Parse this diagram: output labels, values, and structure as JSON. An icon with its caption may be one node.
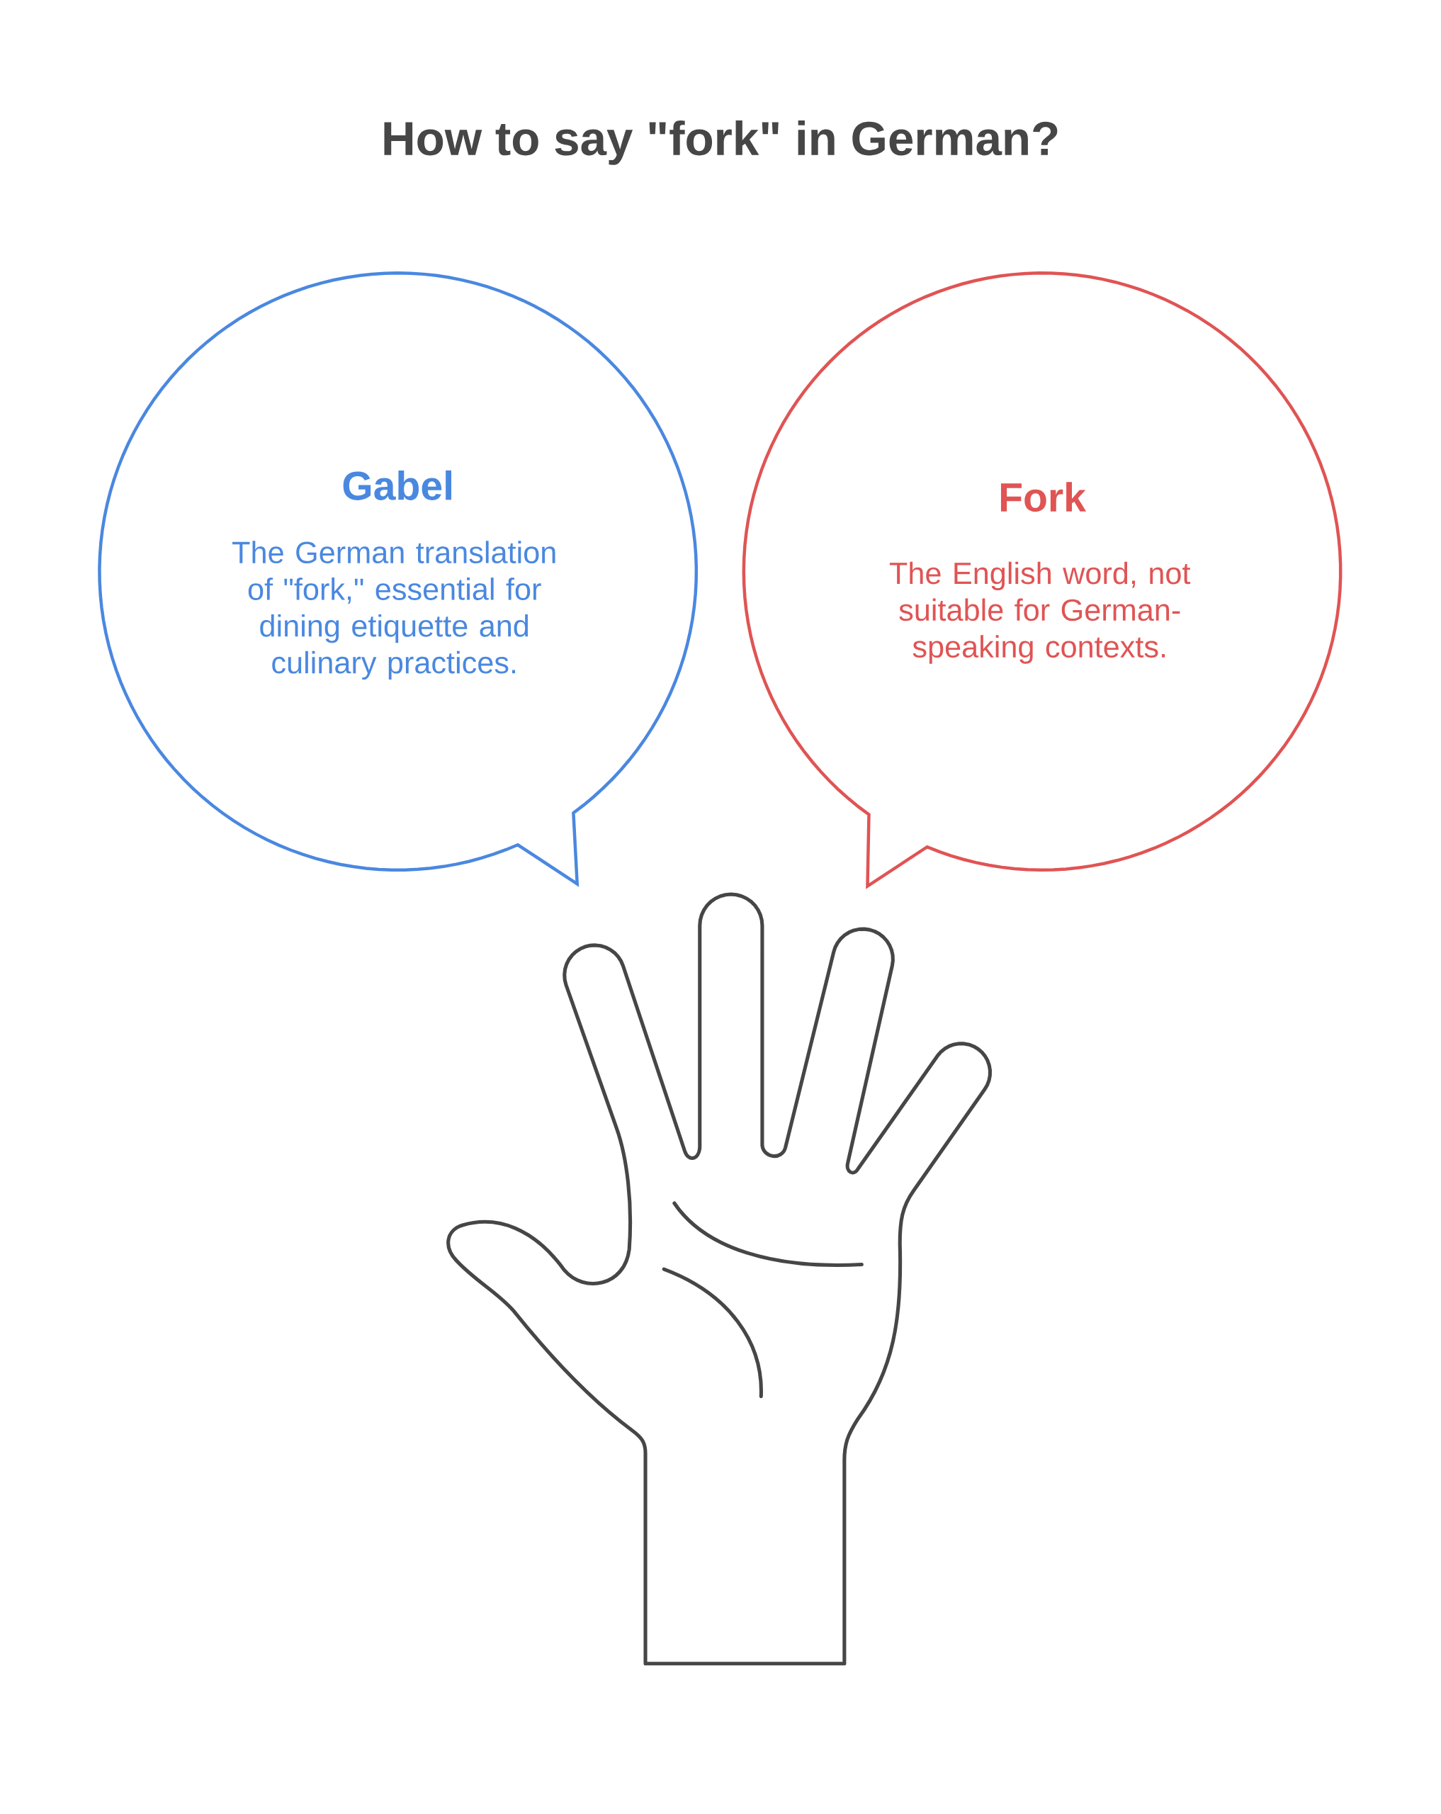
{
  "diagram": {
    "title": "How to say \"fork\" in German?",
    "nodes": [
      {
        "text": [
          "Gabel",
          "The German translation of \"fork,\" essential for dining etiquette and culinary practices."
        ]
      },
      {
        "text": [
          "Fork",
          "The English word, not suitable for German-speaking contexts."
        ]
      }
    ]
  }
}
